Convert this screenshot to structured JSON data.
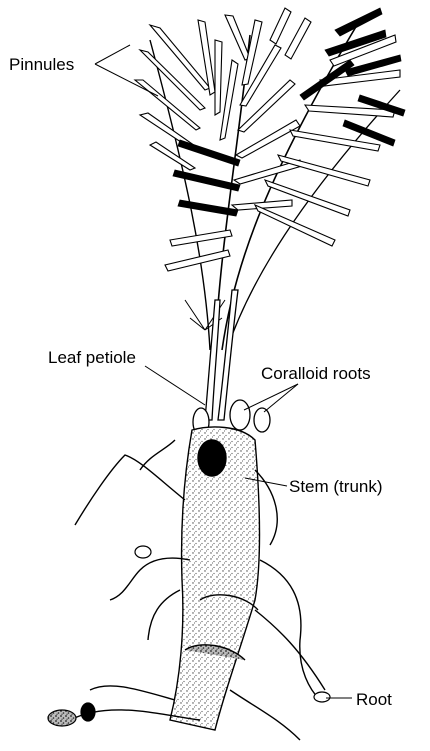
{
  "labels": {
    "pinnules": "Pinnules",
    "leaf_petiole": "Leaf petiole",
    "coralloid_roots": "Coralloid roots",
    "stem": "Stem (trunk)",
    "root": "Root"
  },
  "colors": {
    "ink": "#000000",
    "background": "#ffffff",
    "stipple": "#6e6e6e"
  }
}
